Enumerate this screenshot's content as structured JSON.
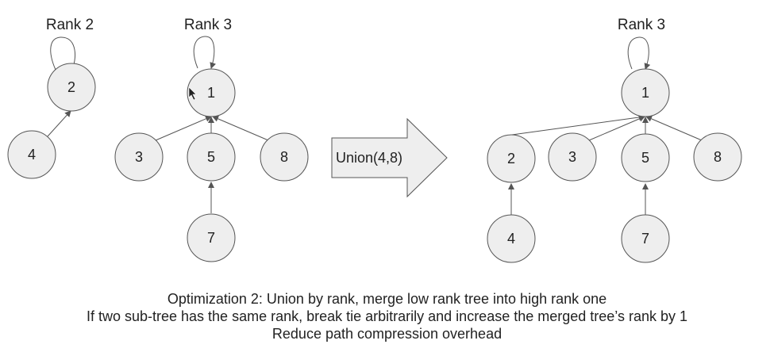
{
  "labels": {
    "rank_a": "Rank 2",
    "rank_b": "Rank 3",
    "rank_c": "Rank 3",
    "union": "Union(4,8)"
  },
  "nodes": {
    "left_2": "2",
    "left_4": "4",
    "mid_1": "1",
    "mid_3": "3",
    "mid_5": "5",
    "mid_8": "8",
    "mid_7": "7",
    "right_1": "1",
    "right_2": "2",
    "right_3": "3",
    "right_5": "5",
    "right_8": "8",
    "right_4": "4",
    "right_7": "7"
  },
  "caption": {
    "line1": "Optimization 2: Union by rank, merge low rank tree into high rank one",
    "line2": "If two sub-tree has the same rank, break tie arbitrarily and increase the merged tree’s rank by 1",
    "line3": "Reduce path compression overhead"
  }
}
